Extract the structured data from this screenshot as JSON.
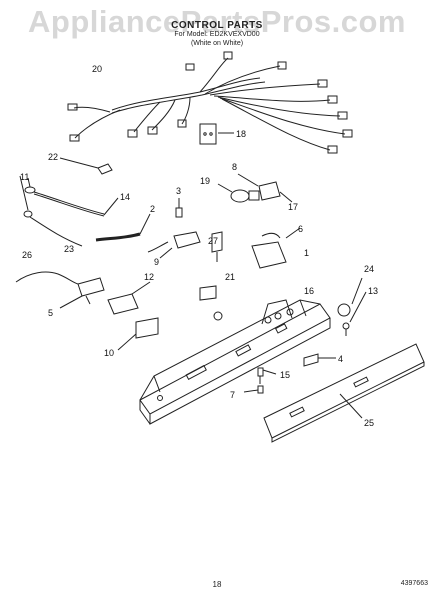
{
  "header": {
    "watermark": "AppliancePartsPros.com",
    "title": "CONTROL PARTS",
    "subtitle": "For Model: ED2KVEXVD00",
    "note": "(White on White)"
  },
  "footer": {
    "page_number": "18",
    "doc_number": "4397663"
  },
  "callouts": {
    "c1": "1",
    "c2": "2",
    "c3": "3",
    "c4": "4",
    "c5": "5",
    "c6": "6",
    "c7": "7",
    "c8": "8",
    "c9": "9",
    "c10": "10",
    "c11": "11",
    "c12": "12",
    "c13": "13",
    "c14": "14",
    "c15": "15",
    "c16": "16",
    "c17": "17",
    "c18": "18",
    "c19": "19",
    "c20": "20",
    "c21": "21",
    "c22": "22",
    "c23": "23",
    "c24": "24",
    "c25": "25",
    "c26": "26",
    "c27": "27"
  }
}
